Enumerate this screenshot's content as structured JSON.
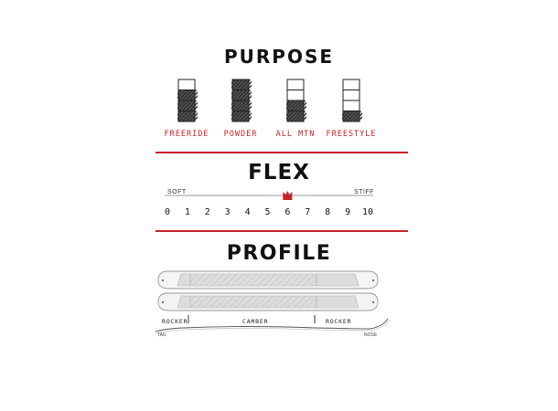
{
  "purpose": {
    "title": "PURPOSE",
    "accent_color": "#c6222a",
    "items": [
      {
        "label": "FREERIDE",
        "filled_segments": 3,
        "total_segments": 4
      },
      {
        "label": "POWDER",
        "filled_segments": 4,
        "total_segments": 4
      },
      {
        "label": "ALL MTN",
        "filled_segments": 2,
        "total_segments": 4
      },
      {
        "label": "FREESTYLE",
        "filled_segments": 1,
        "total_segments": 4
      }
    ]
  },
  "flex": {
    "title": "FLEX",
    "soft_label": "SOFT",
    "stiff_label": "STIFF",
    "scale": [
      "0",
      "1",
      "2",
      "3",
      "4",
      "5",
      "6",
      "7",
      "8",
      "9",
      "10"
    ],
    "rating": 6,
    "marker_color": "#c6222a"
  },
  "profile": {
    "title": "PROFILE",
    "left_zone": "ROCKER",
    "center_zone": "CAMBER",
    "right_zone": "ROCKER",
    "tail_label": "TAIL",
    "nose_label": "NOSE"
  }
}
